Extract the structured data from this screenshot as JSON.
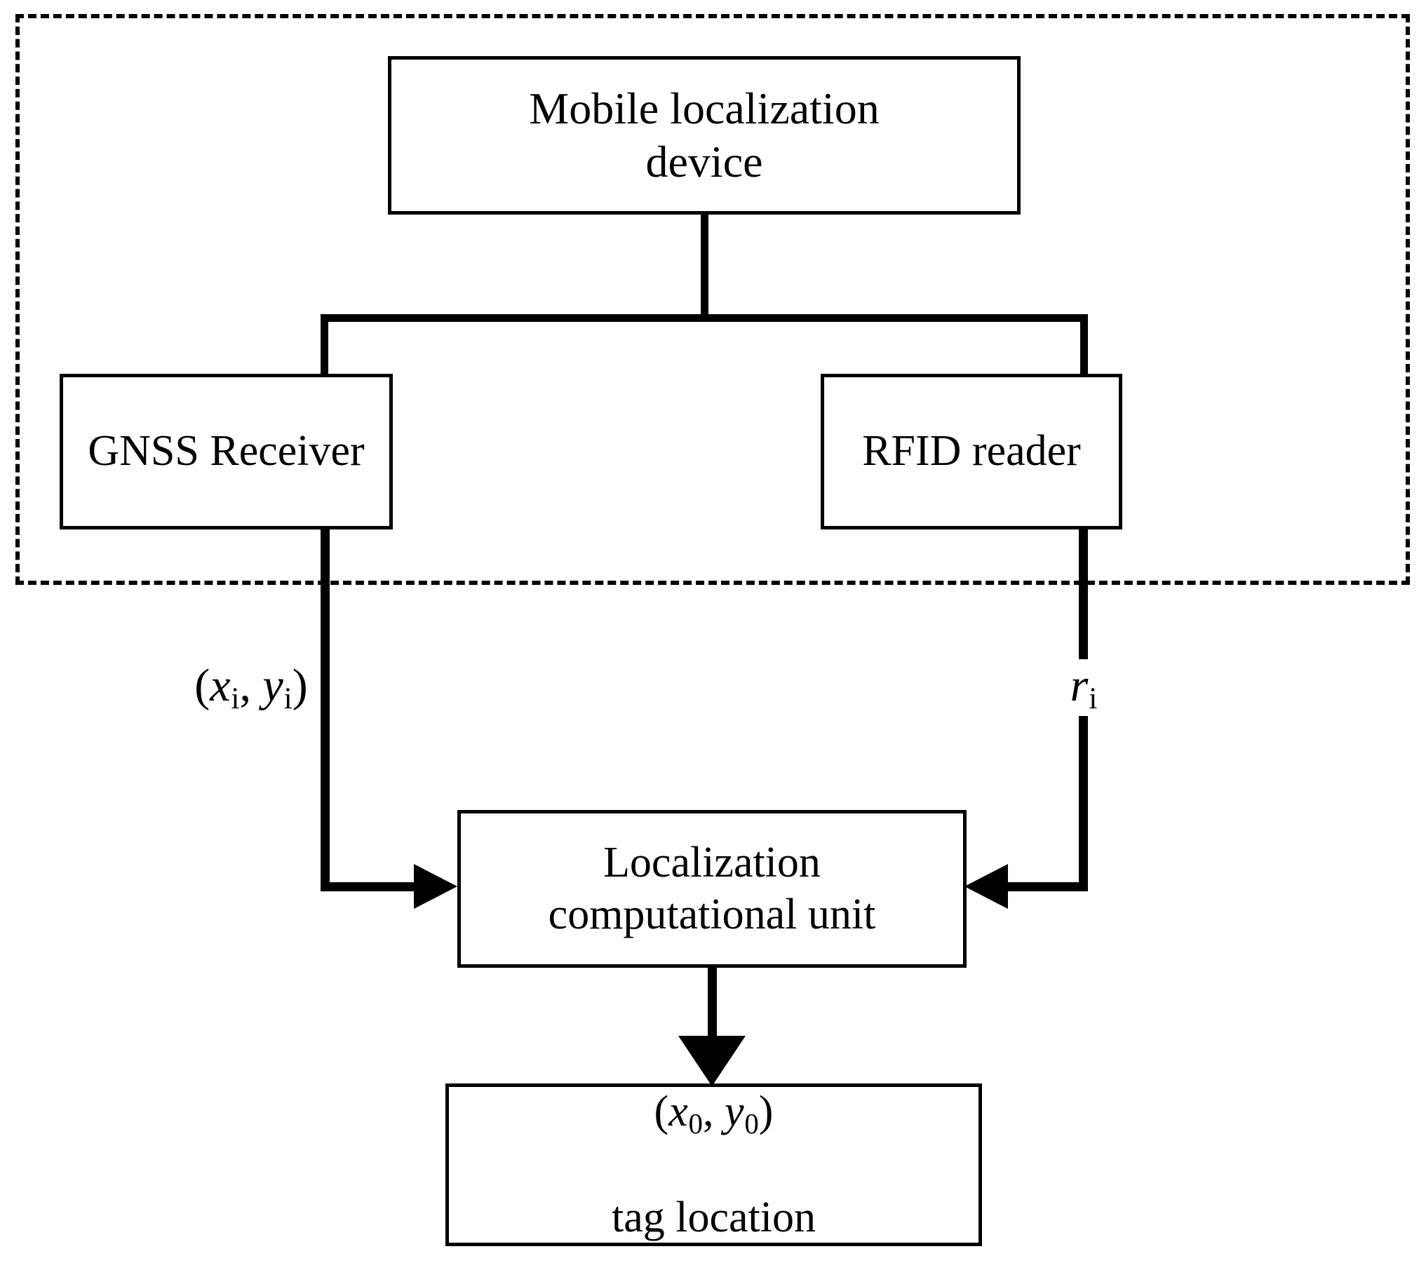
{
  "diagram": {
    "title_semantic": "mobile-rfid-tag-localization-block-diagram",
    "accent_color": "#000000",
    "background_color": "#ffffff",
    "group": {
      "style": "dashed",
      "label": ""
    },
    "nodes": {
      "mobile_device": {
        "label": "Mobile localization\ndevice"
      },
      "gnss_receiver": {
        "label": "GNSS Receiver"
      },
      "rfid_reader": {
        "label": "RFID reader"
      },
      "computational_unit": {
        "label": "Localization\ncomputational unit"
      },
      "tag_location": {
        "coords_open": "(",
        "coords_x_var": "x",
        "coords_x_sub": "0",
        "coords_sep": ", ",
        "coords_y_var": "y",
        "coords_y_sub": "0",
        "coords_close": ")",
        "caption": "tag location"
      }
    },
    "edge_labels": {
      "gnss_output": {
        "open": "(",
        "x_var": "x",
        "x_sub": "i",
        "sep": ", ",
        "y_var": "y",
        "y_sub": "i",
        "close": ")"
      },
      "rfid_output": {
        "r_var": "r",
        "r_sub": "i"
      }
    }
  }
}
